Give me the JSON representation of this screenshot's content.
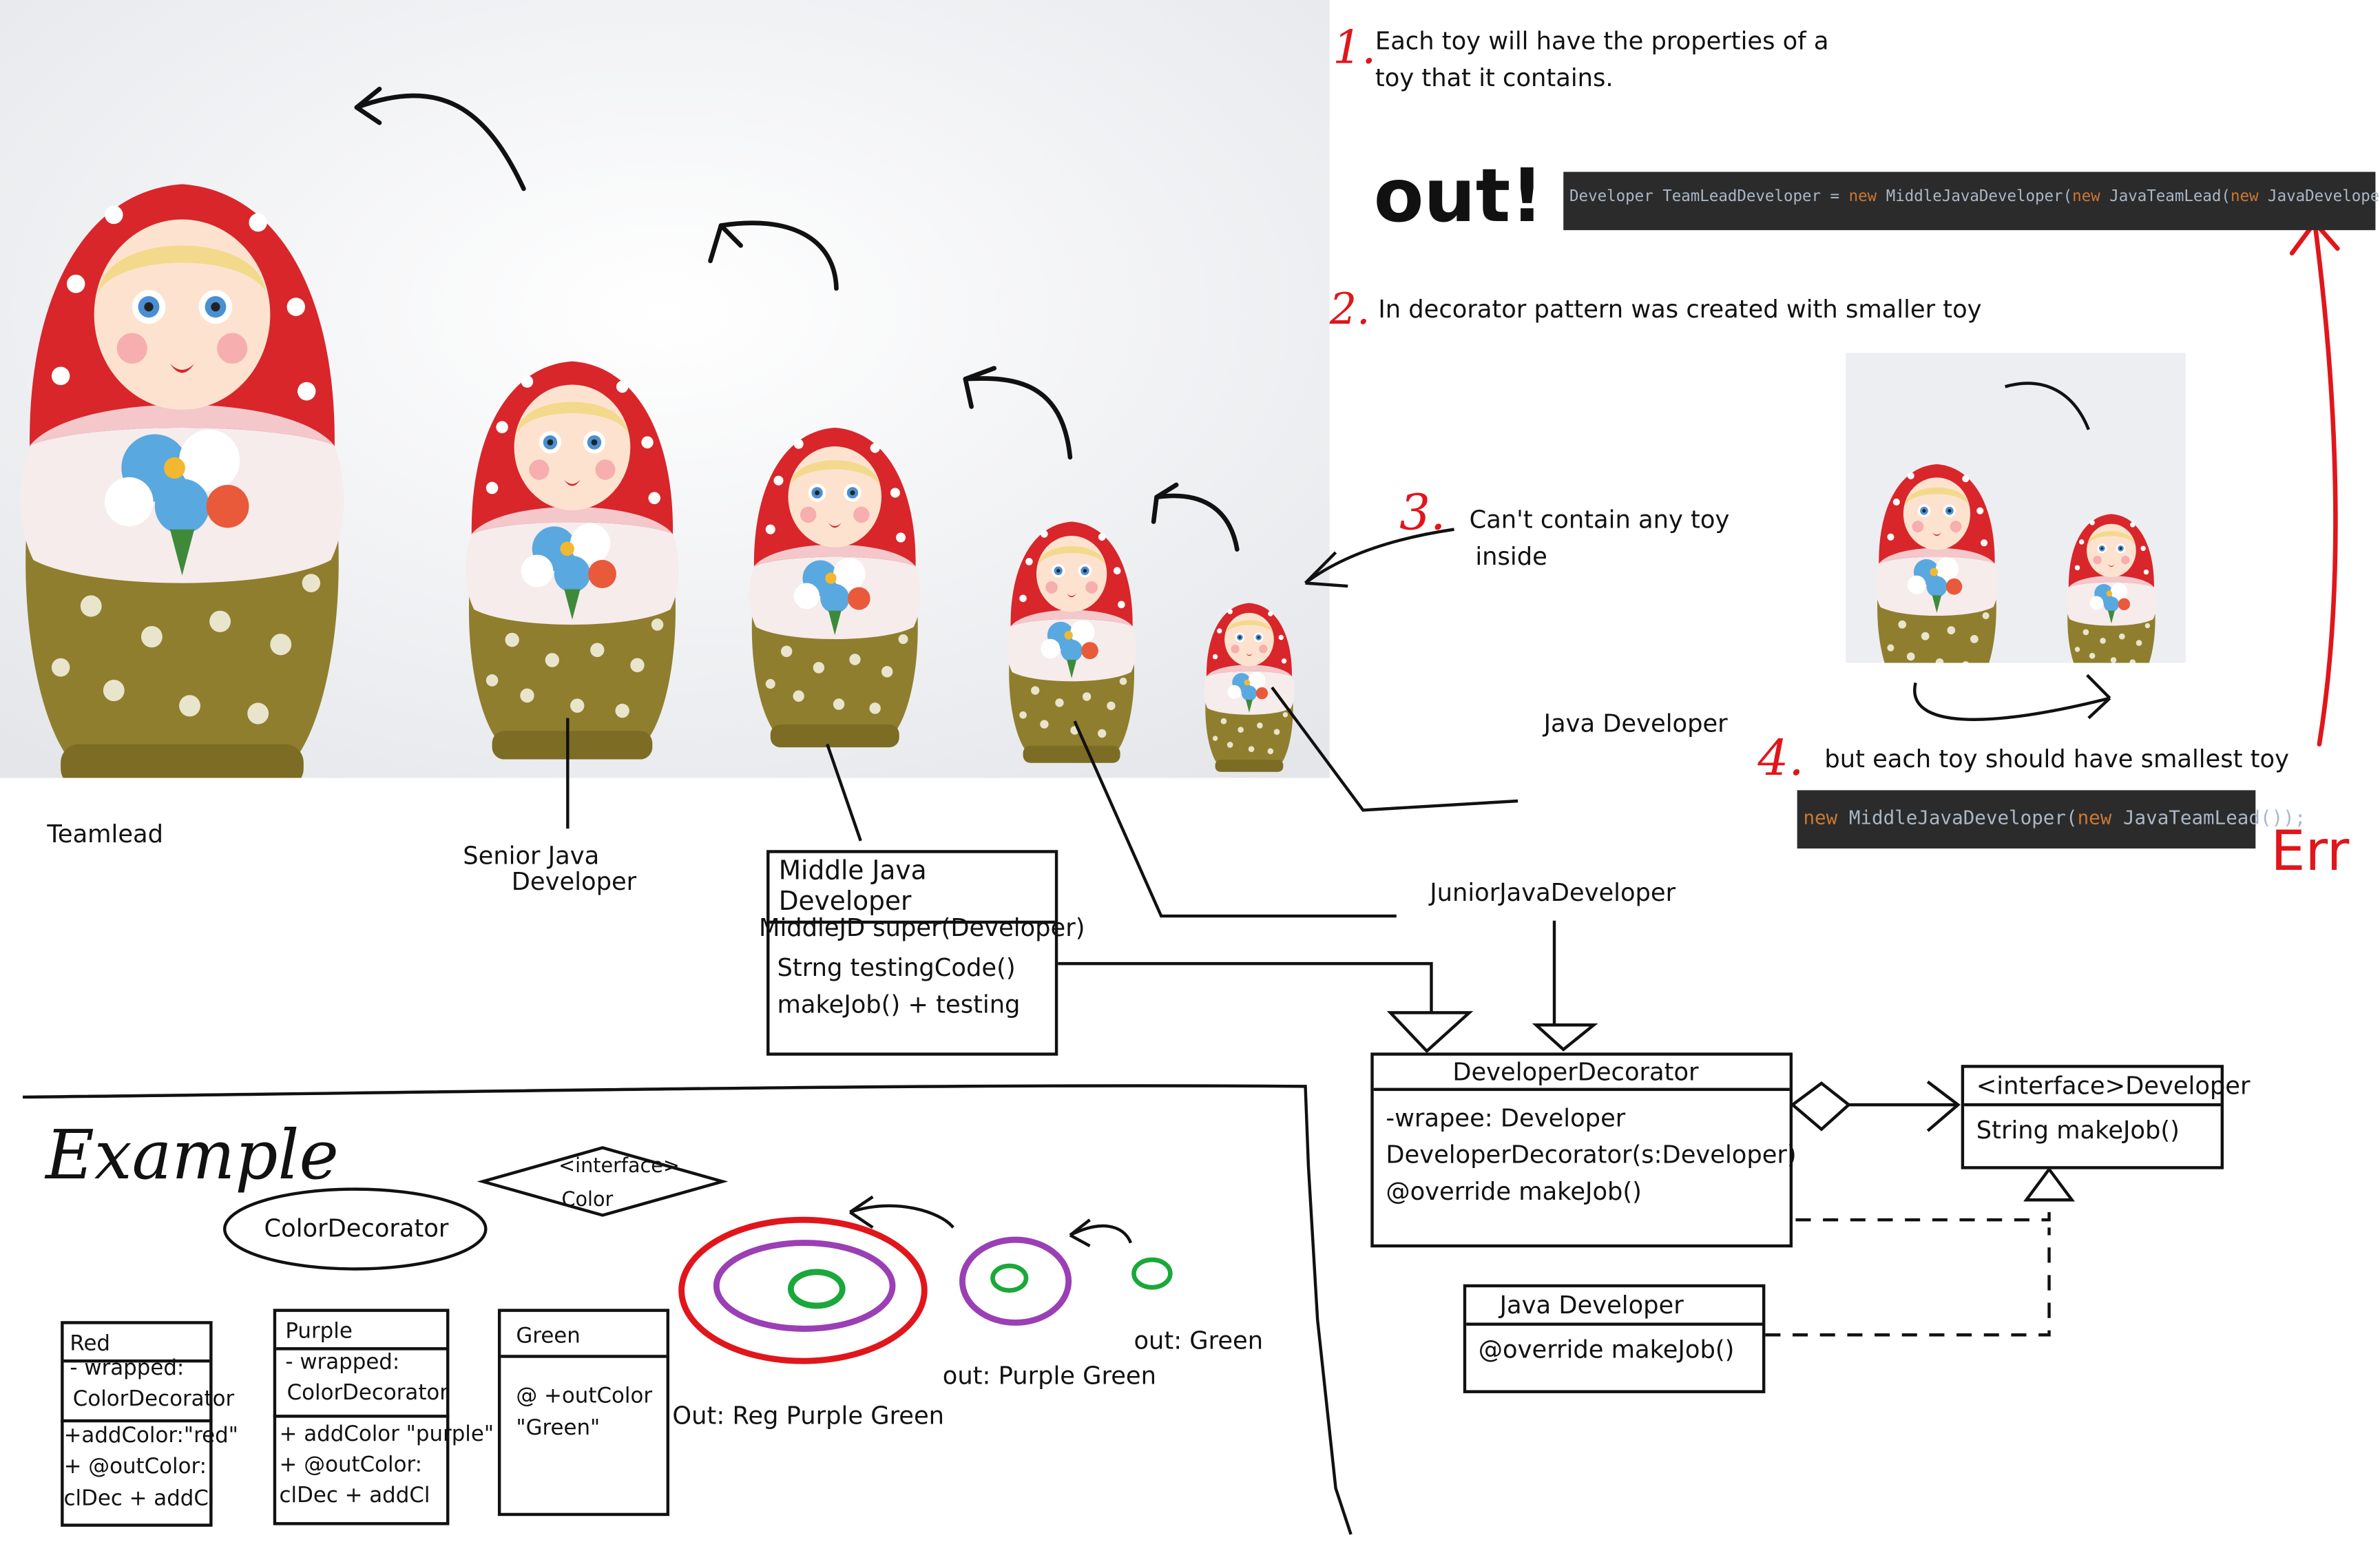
{
  "notes": {
    "n1_num": "1.",
    "n1_text_line1": "Each toy will have the properties of a",
    "n1_text_line2": "toy that it contains.",
    "out_label": "out!",
    "code1": {
      "t1": "Developer TeamLeadDeveloper = ",
      "k1": "new",
      "t2": " MiddleJavaDeveloper(",
      "k2": "new",
      "t3": " JavaTeamLead(",
      "k3": "new",
      "t4": " JavaDeveloper())"
    },
    "n2_num": "2.",
    "n2_text": "In decorator pattern was created with smaller toy",
    "n3_num": "3.",
    "n3_text_line1": "Can't contain any toy",
    "n3_text_line2": "inside",
    "n4_num": "4.",
    "n4_text": "but each toy should have smallest toy",
    "code2": {
      "k1": "new",
      "t1": " MiddleJavaDeveloper(",
      "k2": "new",
      "t2": " JavaTeamLead());"
    },
    "err_label": "Err"
  },
  "labels": {
    "teamlead": "Teamlead",
    "senior_line1": "Senior Java",
    "senior_line2": "Developer",
    "java_developer": "Java Developer",
    "junior": "JuniorJavaDeveloper"
  },
  "middle_box": {
    "title": "Middle Java Developer",
    "lines": [
      "MiddleJD super(Developer)",
      "Strng testingCode()",
      "makeJob() + testing"
    ]
  },
  "decorator_box": {
    "title": "DeveloperDecorator",
    "lines": [
      "-wrapee: Developer",
      "DeveloperDecorator(s:Developer)",
      "@override makeJob()"
    ]
  },
  "interface_box": {
    "title": "<interface>Developer",
    "lines": [
      "String makeJob()"
    ]
  },
  "javadev_box": {
    "title": "Java Developer",
    "lines": [
      "@override makeJob()"
    ]
  },
  "example": {
    "heading": "Example",
    "color_decorator": "ColorDecorator",
    "color_interface_line1": "<interface>",
    "color_interface_line2": "Color",
    "red_box": {
      "title": "Red",
      "lines": [
        "- wrapped:",
        "ColorDecorator",
        "+addColor:\"red\"",
        "+ @outColor:",
        "clDec + addCl"
      ]
    },
    "purple_box": {
      "title": "Purple",
      "lines": [
        "- wrapped:",
        "ColorDecorator",
        "+ addColor \"purple\"",
        "+ @outColor:",
        "clDec + addCl"
      ]
    },
    "green_box": {
      "title": "Green",
      "lines": [
        "@ +outColor",
        "\"Green\""
      ]
    },
    "out_red": "Out: Reg Purple Green",
    "out_purple": "out: Purple Green",
    "out_green": "out: Green"
  },
  "colors": {
    "annotation_red": "#e0161b",
    "hand_purple": "#9b3fb5",
    "hand_green": "#1aa83a",
    "code_bg": "#2b2b2b",
    "doll_red": "#d8262b",
    "doll_olive": "#8f7e2e"
  }
}
